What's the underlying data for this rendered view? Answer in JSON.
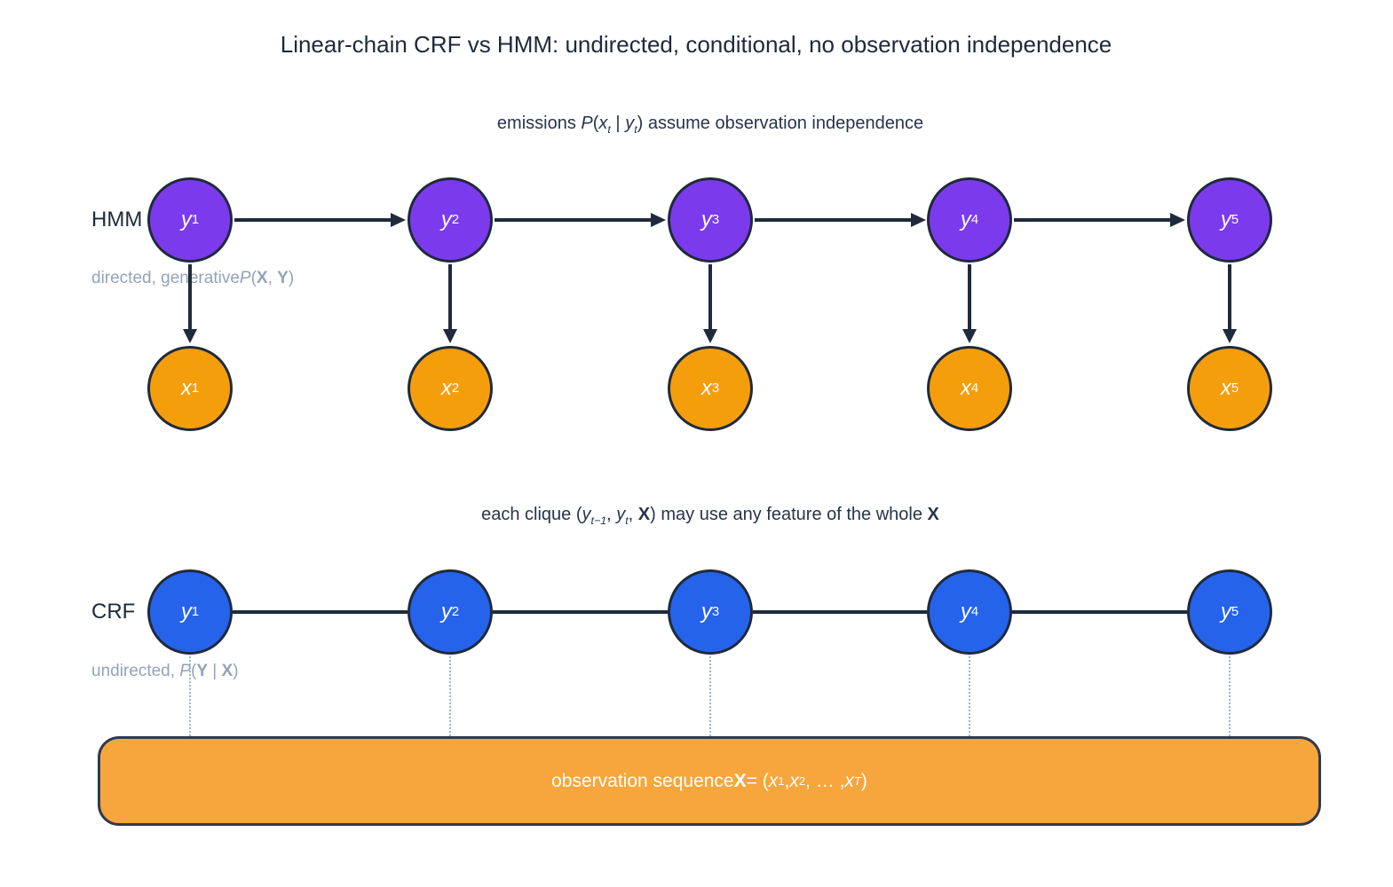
{
  "title": "Linear-chain CRF vs HMM: undirected, conditional, no observation independence",
  "colors": {
    "hmm_state_fill": "#7c3aed",
    "hmm_obs_fill": "#f59e0b",
    "crf_state_fill": "#2563eb",
    "bar_fill": "#f6a63c",
    "edge_ink": "#1f2a3c",
    "muted_text": "#94a3b8"
  },
  "hmm": {
    "label": "HMM",
    "sublabel": {
      "pre": "directed, generative",
      "p": "P",
      "open": "(",
      "x": "X",
      "comma": ", ",
      "y": "Y",
      "close": ")"
    },
    "caption": {
      "pre": "emissions ",
      "p": "P",
      "open": "(",
      "x": "x",
      "xsub": "t",
      "mid": " | ",
      "y": "y",
      "ysub": "t",
      "post": ") assume observation independence"
    },
    "y_nodes": [
      {
        "letter": "y",
        "sub": "1"
      },
      {
        "letter": "y",
        "sub": "2"
      },
      {
        "letter": "y",
        "sub": "3"
      },
      {
        "letter": "y",
        "sub": "4"
      },
      {
        "letter": "y",
        "sub": "5"
      }
    ],
    "x_nodes": [
      {
        "letter": "x",
        "sub": "1"
      },
      {
        "letter": "x",
        "sub": "2"
      },
      {
        "letter": "x",
        "sub": "3"
      },
      {
        "letter": "x",
        "sub": "4"
      },
      {
        "letter": "x",
        "sub": "5"
      }
    ]
  },
  "crf": {
    "label": "CRF",
    "sublabel": {
      "pre": "undirected, ",
      "p": "P",
      "open": "(",
      "y": "Y",
      "mid": " | ",
      "x": "X",
      "close": ")"
    },
    "caption": {
      "pre": "each clique (",
      "y1": "y",
      "y1sub": "t−1",
      "c1": ", ",
      "y2": "y",
      "y2sub": "t",
      "c2": ", ",
      "x1": "X",
      "post": ") may use any feature of the whole ",
      "x2": "X"
    },
    "y_nodes": [
      {
        "letter": "y",
        "sub": "1"
      },
      {
        "letter": "y",
        "sub": "2"
      },
      {
        "letter": "y",
        "sub": "3"
      },
      {
        "letter": "y",
        "sub": "4"
      },
      {
        "letter": "y",
        "sub": "5"
      }
    ]
  },
  "bar": {
    "pre": "observation sequence ",
    "x": "X",
    "eq": " = (",
    "x1": "x",
    "s1": "1",
    "c1": ", ",
    "x2": "x",
    "s2": "2",
    "c2": ", … , ",
    "x3": "x",
    "s3": "T",
    "close": ")"
  }
}
